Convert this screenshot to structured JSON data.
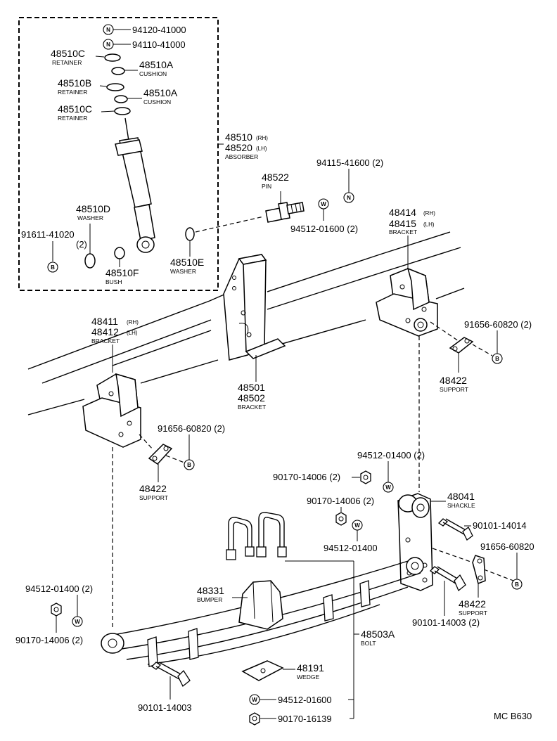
{
  "parts": {
    "p94120": "94120-41000",
    "p94110": "94110-41000",
    "p48510C_a": "48510C",
    "retainer_a": "RETAINER",
    "p48510A_a": "48510A",
    "cushion_a": "CUSHION",
    "p48510B": "48510B",
    "retainer_b": "RETAINER",
    "p48510A_b": "48510A",
    "cushion_b": "CUSHION",
    "p48510C_b": "48510C",
    "retainer_c": "RETAINER",
    "p48510": "48510",
    "rh1": "(RH)",
    "p48520": "48520",
    "lh1": "(LH)",
    "absorber": "ABSORBER",
    "p48510D": "48510D",
    "washer_d": "WASHER",
    "p91611": "91611-41020",
    "q91611": "(2)",
    "p48510F": "48510F",
    "bush": "BUSH",
    "p48510E": "48510E",
    "washer_e": "WASHER",
    "p48522": "48522",
    "pin": "PIN",
    "p94115": "94115-41600 (2)",
    "p94512_16": "94512-01600 (2)",
    "p48414": "48414",
    "rh2": "(RH)",
    "p48415": "48415",
    "lh2": "(LH)",
    "bracket_r": "BRACKET",
    "p91656_r": "91656-60820 (2)",
    "p48422_r": "48422",
    "support_r": "SUPPORT",
    "p48411": "48411",
    "rh3": "(RH)",
    "p48412": "48412",
    "lh3": "(LH)",
    "bracket_l": "BRACKET",
    "p48501": "48501",
    "p48502": "48502",
    "bracket_m": "BRACKET",
    "p91656_l": "91656-60820 (2)",
    "p48422_l": "48422",
    "support_l": "SUPPORT",
    "p94512_14a": "94512-01400 (2)",
    "p90170_14a": "90170-14006 (2)",
    "p90170_14b": "90170-14006 (2)",
    "p94512_14b": "94512-01400",
    "p48041": "48041",
    "shackle": "SHACKLE",
    "p90101_14014": "90101-14014",
    "p91656_s": "91656-60820",
    "p48422_s": "48422",
    "support_s": "SUPPORT",
    "p90101_14003b": "90101-14003 (2)",
    "p94512_14c": "94512-01400 (2)",
    "p90170_14c": "90170-14006 (2)",
    "p48331": "48331",
    "bumper": "BUMPER",
    "p48503A": "48503A",
    "bolt": "BOLT",
    "p48191": "48191",
    "wedge": "WEDGE",
    "p90101_14003a": "90101-14003",
    "p94512_16b": "94512-01600",
    "p90170_16139": "90170-16139"
  },
  "symbols": {
    "n": "N",
    "w": "W",
    "b": "B"
  },
  "footer": {
    "code": "MC B630"
  }
}
